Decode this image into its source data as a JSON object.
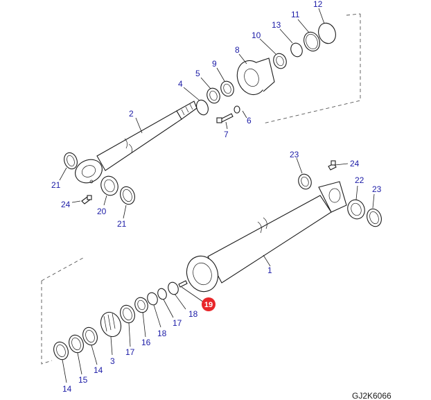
{
  "diagram": {
    "drawing_code": "GJ2K6066",
    "highlight_color": "#e8262a",
    "label_color": "#1a1aa6",
    "callouts": {
      "c1": "1",
      "c2": "2",
      "c3": "3",
      "c4": "4",
      "c5": "5",
      "c6": "6",
      "c7": "7",
      "c8": "8",
      "c9": "9",
      "c10": "10",
      "c11": "11",
      "c12": "12",
      "c13": "13",
      "c14a": "14",
      "c14b": "14",
      "c15": "15",
      "c16": "16",
      "c17a": "17",
      "c17b": "17",
      "c18a": "18",
      "c18b": "18",
      "c19": "19",
      "c20": "20",
      "c21a": "21",
      "c21b": "21",
      "c22": "22",
      "c23a": "23",
      "c23b": "23",
      "c24a": "24",
      "c24b": "24"
    },
    "highlighted_callout": "19"
  }
}
